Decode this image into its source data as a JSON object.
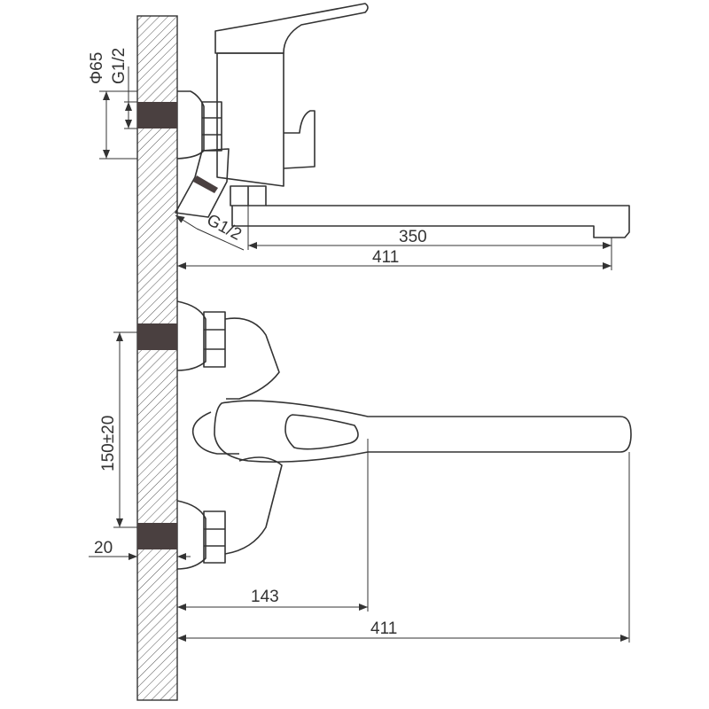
{
  "dimensions": {
    "diameter_flange": "Φ65",
    "thread_wall": "G1/2",
    "thread_outlet": "G1/2",
    "spout_reach": "350",
    "total_length_top": "411",
    "center_distance": "150±20",
    "wall_offset": "20",
    "handle_length": "143",
    "total_length_bottom": "411"
  },
  "colors": {
    "line": "#333333",
    "thread": "#4a4040"
  }
}
